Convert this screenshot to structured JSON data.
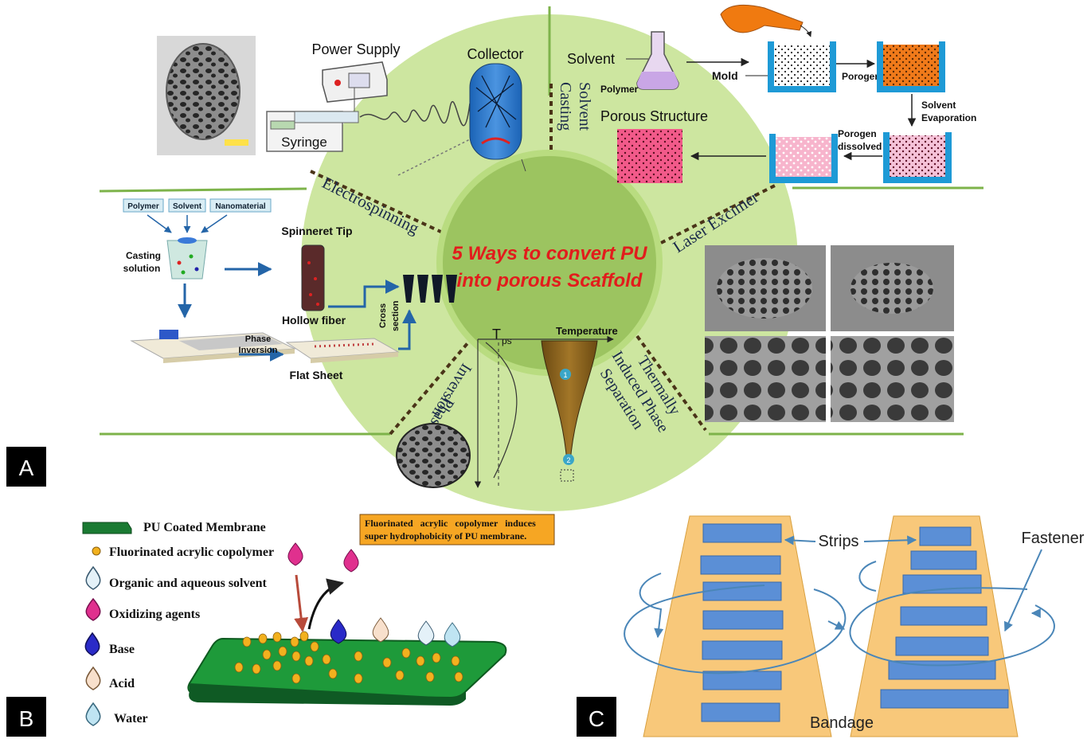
{
  "panel_a": {
    "tag": "A",
    "center_title_line1": "5 Ways to convert PU",
    "center_title_line2": "into porous Scaffold",
    "methods": {
      "electrospinning": "Electrospinning",
      "solvent_casting_line1": "Solvent",
      "solvent_casting_line2": "Casting",
      "laser_excimer": "Laser Excimer",
      "tips_line1": "Thermally",
      "tips_line2": "Induced Phase",
      "tips_line3": "Separation",
      "phase_inversion_line1": "Phase",
      "phase_inversion_line2": "Inversion"
    },
    "electrospinning_labels": {
      "power_supply": "Power Supply",
      "collector": "Collector",
      "syringe": "Syringe"
    },
    "solvent_casting_labels": {
      "solvent": "Solvent",
      "polymer": "Polymer",
      "mold": "Mold",
      "porogen": "Porogen",
      "solvent_evaporation_line1": "Solvent",
      "solvent_evaporation_line2": "Evaporation",
      "porogen_dissolved_line1": "Porogen",
      "porogen_dissolved_line2": "dissolved",
      "porous_structure": "Porous Structure"
    },
    "phase_inversion_labels": {
      "polymer": "Polymer",
      "solvent": "Solvent",
      "nanomaterial": "Nanomaterial",
      "casting_line1": "Casting",
      "casting_line2": "solution",
      "spinneret_tip": "Spinneret Tip",
      "hollow_fiber": "Hollow fiber",
      "cross_line1": "Cross",
      "cross_line2": "section",
      "phase_line1": "Phase",
      "phase_line2": "Inversion",
      "flat_sheet": "Flat Sheet"
    },
    "tips_labels": {
      "t": "T",
      "t_sub": "ps",
      "temperature": "Temperature",
      "marker1": "1",
      "marker2": "2"
    }
  },
  "panel_b": {
    "tag": "B",
    "legend": [
      {
        "label": "PU Coated Membrane"
      },
      {
        "label": "Fluorinated acrylic copolymer"
      },
      {
        "label": "Organic and aqueous solvent"
      },
      {
        "label": "Oxidizing agents"
      },
      {
        "label": "Base"
      },
      {
        "label": "Acid"
      },
      {
        "label": "Water"
      }
    ],
    "note_line1": "Fluorinated   acrylic   copolymer   induces",
    "note_line2": "super hydrophobicity of PU membrane.",
    "colors": {
      "membrane": "#1e9a3a",
      "copolymer": "#f2b11e",
      "oxidizer": "#e0308e",
      "base": "#2a2ac8",
      "acid": "#f8e0cc",
      "note_bg": "#f6a623"
    }
  },
  "panel_c": {
    "tag": "C",
    "strips": "Strips",
    "fastener": "Fastener",
    "bandage": "Bandage",
    "colors": {
      "bandage": "#f8c87a",
      "strip": "#5b8fd6",
      "line": "#4a86b8"
    }
  }
}
